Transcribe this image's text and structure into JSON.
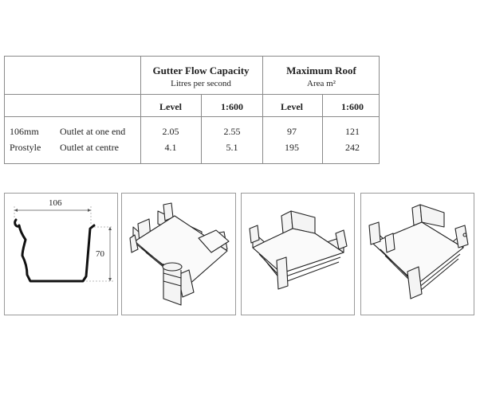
{
  "table": {
    "groups": [
      {
        "title": "Gutter Flow Capacity",
        "subtitle": "Litres per second"
      },
      {
        "title": "Maximum Roof",
        "subtitle": "Area m²"
      }
    ],
    "column_headers": [
      "Level",
      "1:600",
      "Level",
      "1:600"
    ],
    "rows": [
      {
        "label": "106mm",
        "outlet": "Outlet at one end",
        "values": [
          "2.05",
          "2.55",
          "97",
          "121"
        ]
      },
      {
        "label": "Prostyle",
        "outlet": "Outlet at centre",
        "values": [
          "4.1",
          "5.1",
          "195",
          "242"
        ]
      }
    ]
  },
  "profile": {
    "width_label": "106",
    "height_label": "70"
  }
}
